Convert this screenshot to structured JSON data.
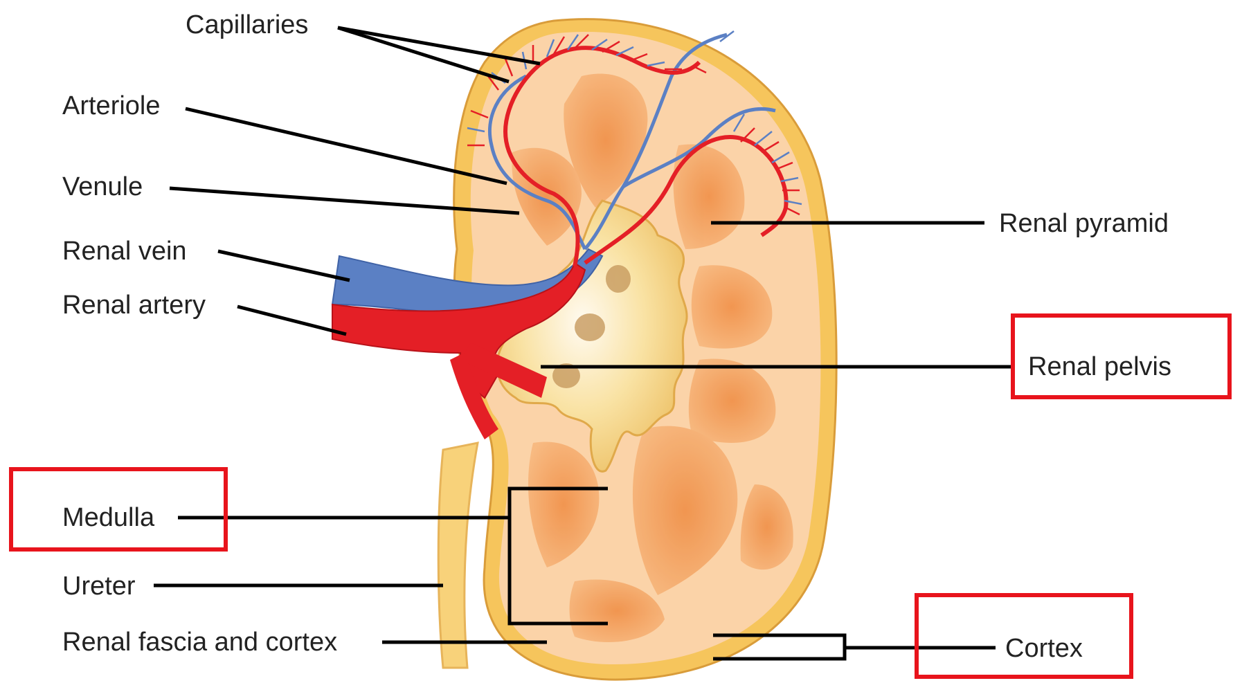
{
  "labels": {
    "capillaries": "Capillaries",
    "arteriole": "Arteriole",
    "venule": "Venule",
    "renal_vein": "Renal vein",
    "renal_artery": "Renal artery",
    "medulla": "Medulla",
    "ureter": "Ureter",
    "renal_fascia_cortex": "Renal fascia and cortex",
    "renal_pyramid": "Renal pyramid",
    "renal_pelvis": "Renal pelvis",
    "cortex": "Cortex"
  },
  "highlighted": [
    "medulla",
    "renal_pelvis",
    "cortex"
  ],
  "colors": {
    "highlight_box": "#e8141c",
    "leader_line": "#000000",
    "artery": "#e41f26",
    "vein": "#5b80c4",
    "capsule": "#f6c55c",
    "cortex_fill": "#fbd3a8",
    "pyramid_fill": "#f6a45e",
    "pelvis_fill": "#f7d47a"
  }
}
